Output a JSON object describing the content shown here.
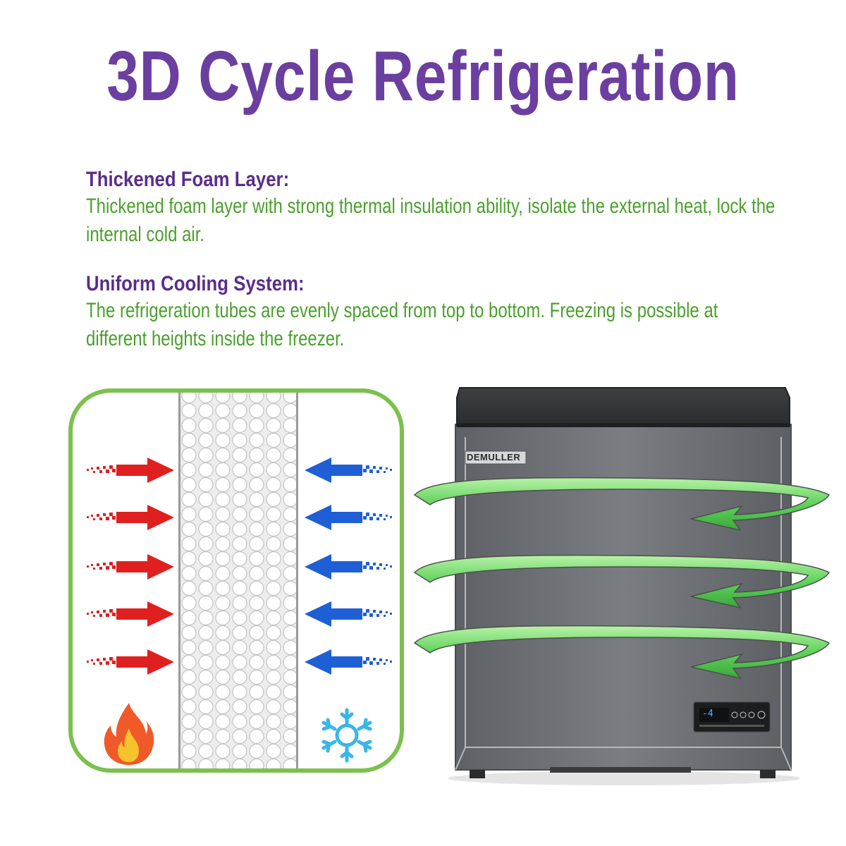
{
  "title": "3D Cycle Refrigeration",
  "sections": [
    {
      "heading": "Thickened Foam Layer:",
      "body": "Thickened foam layer with strong thermal insulation ability, isolate the external heat, lock the internal cold air."
    },
    {
      "heading": "Uniform Cooling System:",
      "body": "The refrigeration tubes are evenly spaced from top to bottom. Freezing is possible at different heights inside the freezer."
    }
  ],
  "diagram": {
    "hot_arrow_color": "#e02020",
    "cold_arrow_color": "#1f5fd6",
    "border_color": "#7cc04e",
    "icons": [
      "fire-icon",
      "snowflake-icon"
    ]
  },
  "freezer": {
    "brand": "DEMULLER",
    "display_reading": "-4",
    "body_color": "#6f7276",
    "swirl_color": "#5fd35a"
  }
}
